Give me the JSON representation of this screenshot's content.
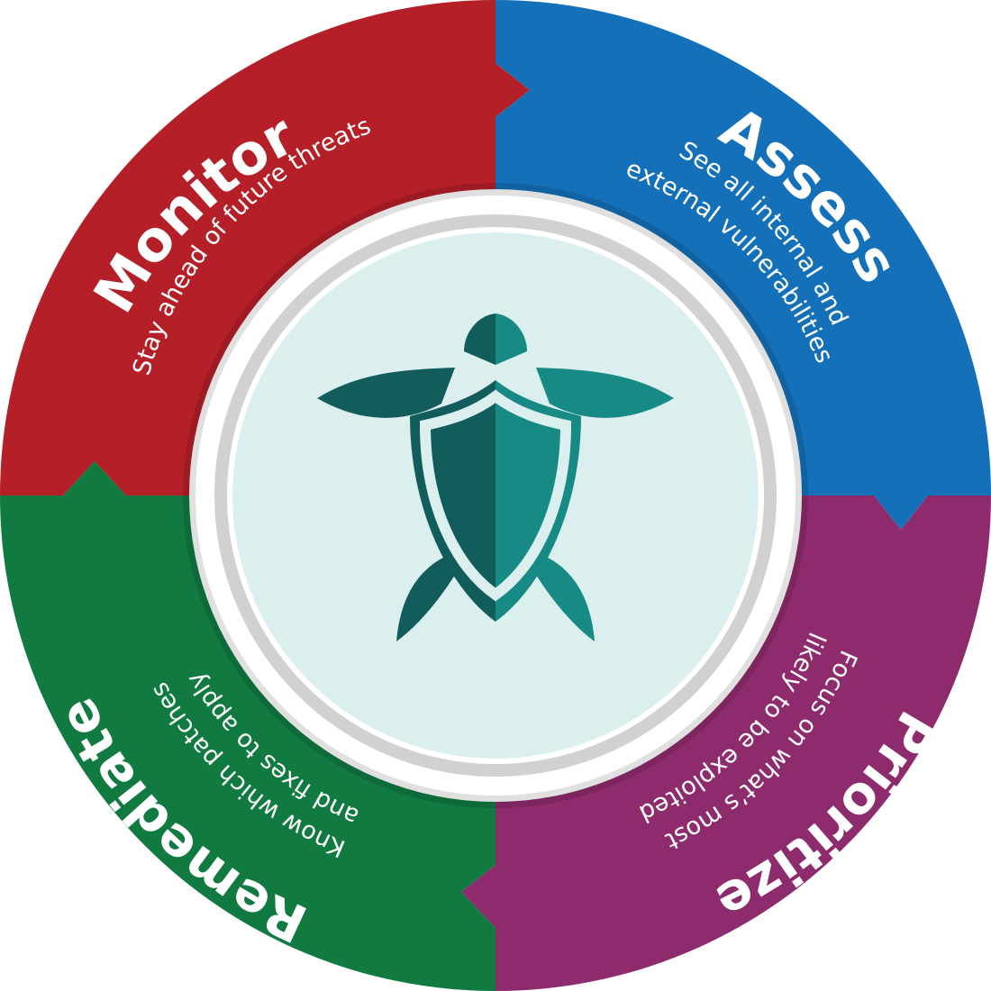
{
  "colors": {
    "monitor": "#b41f28",
    "assess": "#1470b8",
    "prioritize": "#8e2b6d",
    "remediate": "#117a41",
    "center": "#dcefef",
    "turtle_dark": "#135c5c",
    "turtle_light": "#178a85"
  },
  "segments": [
    {
      "id": "monitor",
      "title": "Monitor",
      "lines": [
        "Stay ahead of future threats"
      ]
    },
    {
      "id": "assess",
      "title": "Assess",
      "lines": [
        "See all internal and",
        "external vulnerabilities"
      ]
    },
    {
      "id": "prioritize",
      "title": "Prioritize",
      "lines": [
        "Focus on what’s most",
        "likely to be exploited"
      ]
    },
    {
      "id": "remediate",
      "title": "Remediate",
      "lines": [
        "Know which patches",
        "and fixes to apply"
      ]
    }
  ],
  "center_icon": "turtle-shield-icon"
}
